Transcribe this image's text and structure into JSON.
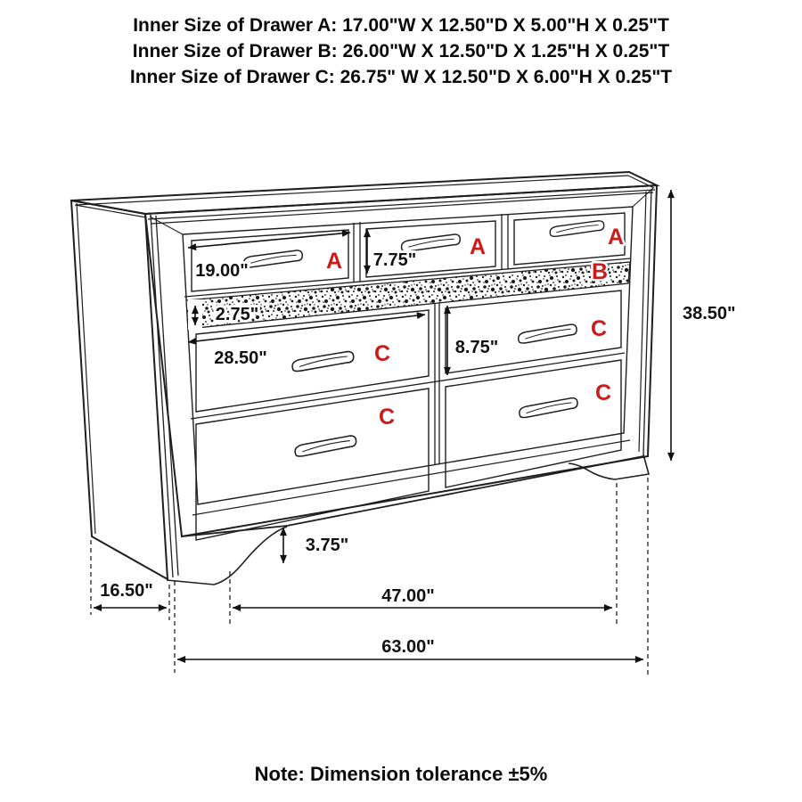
{
  "header": {
    "lines": [
      "Inner Size of Drawer A: 17.00\"W X 12.50\"D X 5.00\"H X 0.25\"T",
      "Inner Size of Drawer B: 26.00\"W X 12.50\"D X 1.25\"H X 0.25\"T",
      "Inner Size of Drawer C: 26.75\" W X 12.50\"D X 6.00\"H X 0.25\"T"
    ]
  },
  "note": "Note: Dimension tolerance ±5%",
  "colors": {
    "label_red": "#cc1b1b",
    "line_black": "#1f1f1f"
  },
  "drawer_labels": {
    "top_left": "A",
    "top_middle": "A",
    "top_right": "A",
    "band": "B",
    "mid_left": "C",
    "mid_right": "C",
    "bottom_left": "C",
    "bottom_right": "C"
  },
  "dimensions": {
    "drawer_a_width": "19.00\"",
    "drawer_a_height": "7.75\"",
    "band_height": "2.75\"",
    "drawer_c_width": "28.50\"",
    "drawer_c_height": "8.75\"",
    "overall_height": "38.50\"",
    "foot_height": "3.75\"",
    "side_depth": "16.50\"",
    "feet_span": "47.00\"",
    "overall_width": "63.00\""
  }
}
